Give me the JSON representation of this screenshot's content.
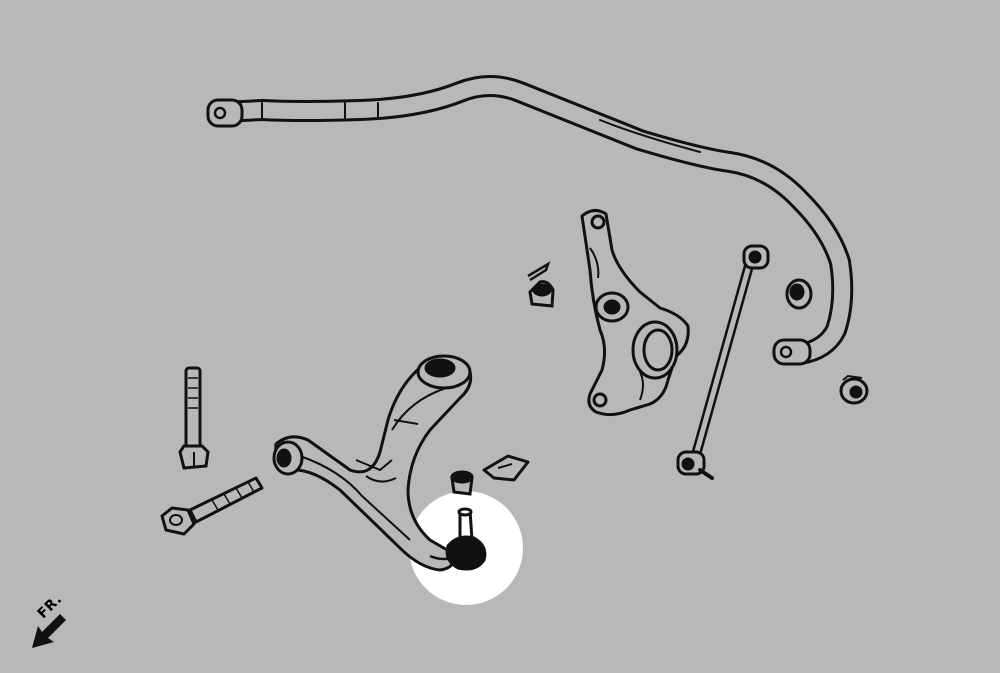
{
  "diagram": {
    "direction_label": "FR.",
    "colors": {
      "background": "#b8b8b8",
      "line": "#111111",
      "highlight": "#ffffff",
      "part_fill": "#b8b8b8"
    },
    "parts": [
      {
        "id": "stabilizer-bar",
        "name": "stabilizer-bar"
      },
      {
        "id": "steering-knuckle",
        "name": "steering-knuckle"
      },
      {
        "id": "stabilizer-link",
        "name": "stabilizer-link"
      },
      {
        "id": "lower-control-arm",
        "name": "lower-control-arm"
      },
      {
        "id": "ball-joint",
        "name": "ball-joint",
        "highlighted": true
      },
      {
        "id": "vertical-bolt",
        "name": "bolt"
      },
      {
        "id": "horizontal-bolt",
        "name": "bolt"
      },
      {
        "id": "nut-cap-left",
        "name": "nut"
      },
      {
        "id": "nut-right",
        "name": "nut"
      },
      {
        "id": "bar-bushing",
        "name": "bushing"
      },
      {
        "id": "small-bushing",
        "name": "bushing"
      },
      {
        "id": "clip",
        "name": "clip"
      },
      {
        "id": "bracket-plate",
        "name": "bracket"
      }
    ]
  }
}
